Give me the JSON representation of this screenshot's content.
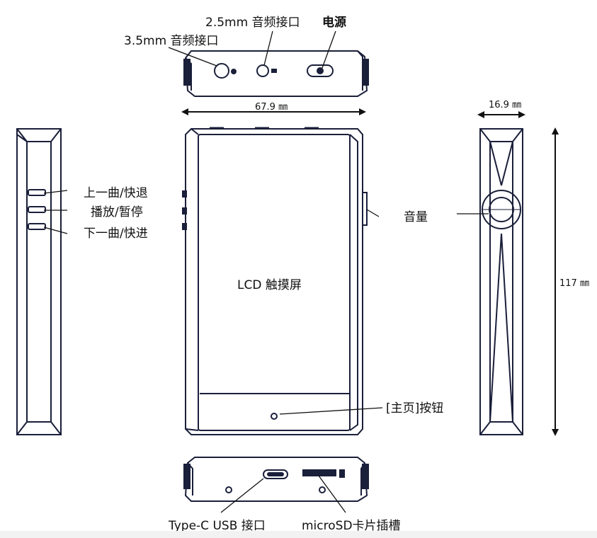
{
  "labels": {
    "jack_25": "2.5mm 音频接口",
    "power": "电源",
    "jack_35": "3.5mm 音频接口",
    "width": "67.9 ㎜",
    "depth": "16.9 ㎜",
    "height": "117 ㎜",
    "prev": "上一曲/快退",
    "play": "播放/暂停",
    "next": "下一曲/快进",
    "volume": "音量",
    "screen": "LCD 触摸屏",
    "home": "[主页]按钮",
    "usb": "Type-C USB 接口",
    "microsd": "microSD卡片插槽"
  },
  "colors": {
    "outline": "#1a1f3a",
    "text": "#111111"
  }
}
